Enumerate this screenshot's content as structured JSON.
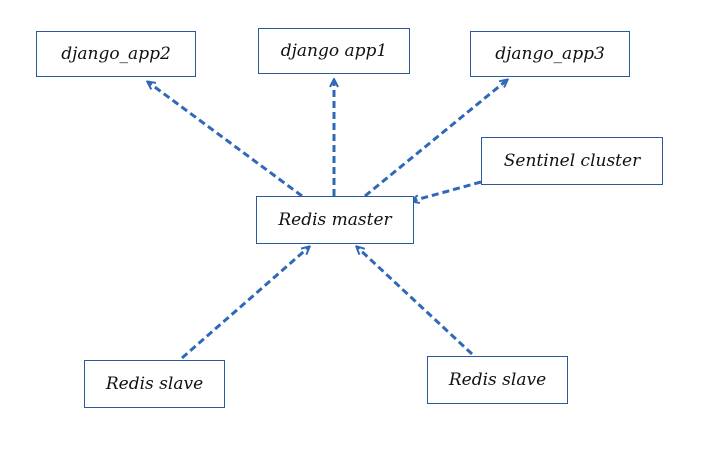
{
  "diagram": {
    "nodes": {
      "app2": "django_app2",
      "app1": "django app1",
      "app3": "django_app3",
      "sentinel": "Sentinel cluster",
      "master": "Redis master",
      "slave1": "Redis slave",
      "slave2": "Redis slave"
    },
    "edges": [
      {
        "from": "master",
        "to": "app2",
        "style": "dashed"
      },
      {
        "from": "master",
        "to": "app1",
        "style": "dashed"
      },
      {
        "from": "master",
        "to": "app3",
        "style": "dashed"
      },
      {
        "from": "sentinel",
        "to": "master",
        "style": "dashed"
      },
      {
        "from": "slave1",
        "to": "master",
        "style": "dashed"
      },
      {
        "from": "slave2",
        "to": "master",
        "style": "dashed"
      }
    ],
    "colors": {
      "edge": "#2f68b8",
      "border": "#2a5a9a"
    }
  }
}
